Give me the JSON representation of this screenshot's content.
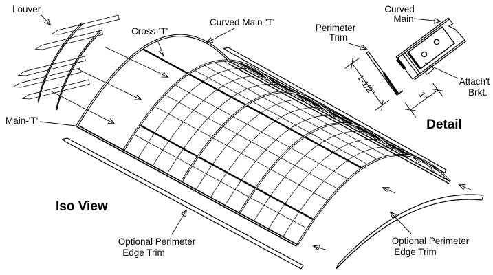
{
  "figure": {
    "iso_view_title": "Iso View",
    "detail_title": "Detail"
  },
  "iso_labels": {
    "louver": "Louver",
    "cross_t": "Cross-'T'",
    "curved_main_t": "Curved Main-'T'",
    "main_t": "Main-'T'",
    "edge_trim_left_1": "Optional Perimeter",
    "edge_trim_left_2": "Edge Trim",
    "edge_trim_right_1": "Optional Perimeter",
    "edge_trim_right_2": "Edge Trim"
  },
  "detail_labels": {
    "perimeter_trim_1": "Perimeter",
    "perimeter_trim_2": "Trim",
    "curved_main_1": "Curved",
    "curved_main_2": "Main",
    "attach_brkt_1": "Attach't",
    "attach_brkt_2": "Brkt.",
    "dim_trim_height": "1-1/2\"",
    "dim_bracket_width": "1\""
  },
  "colors": {
    "line": "#000000",
    "background": "#ffffff"
  }
}
